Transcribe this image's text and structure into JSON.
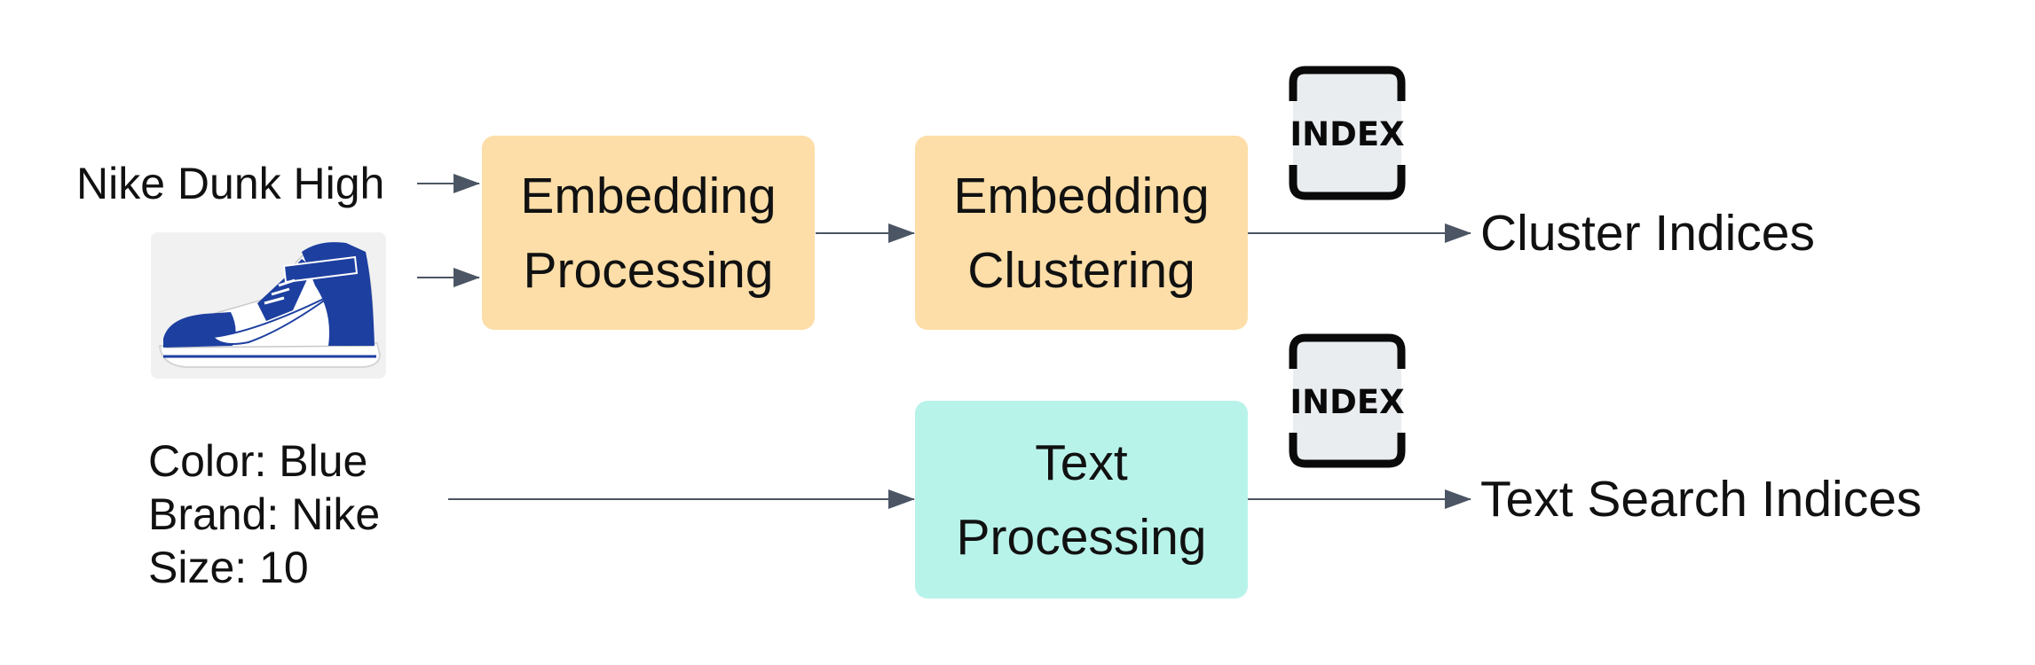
{
  "inputs": {
    "product_name": "Nike Dunk High",
    "attributes": [
      "Color: Blue",
      "Brand: Nike",
      "Size: 10"
    ]
  },
  "boxes": {
    "embedding_processing": [
      "Embedding",
      "Processing"
    ],
    "embedding_clustering": [
      "Embedding",
      "Clustering"
    ],
    "text_processing": [
      "Text",
      "Processing"
    ]
  },
  "index_icon_label": "INDEX",
  "outputs": {
    "cluster": "Cluster Indices",
    "text_search": "Text Search Indices"
  },
  "colors": {
    "embedding_box": "#fddea8",
    "text_box": "#b8f3ea",
    "arrow": "#4b5563",
    "shoe_blue": "#1d3fa0",
    "index_icon_fill": "#e9edf0"
  }
}
